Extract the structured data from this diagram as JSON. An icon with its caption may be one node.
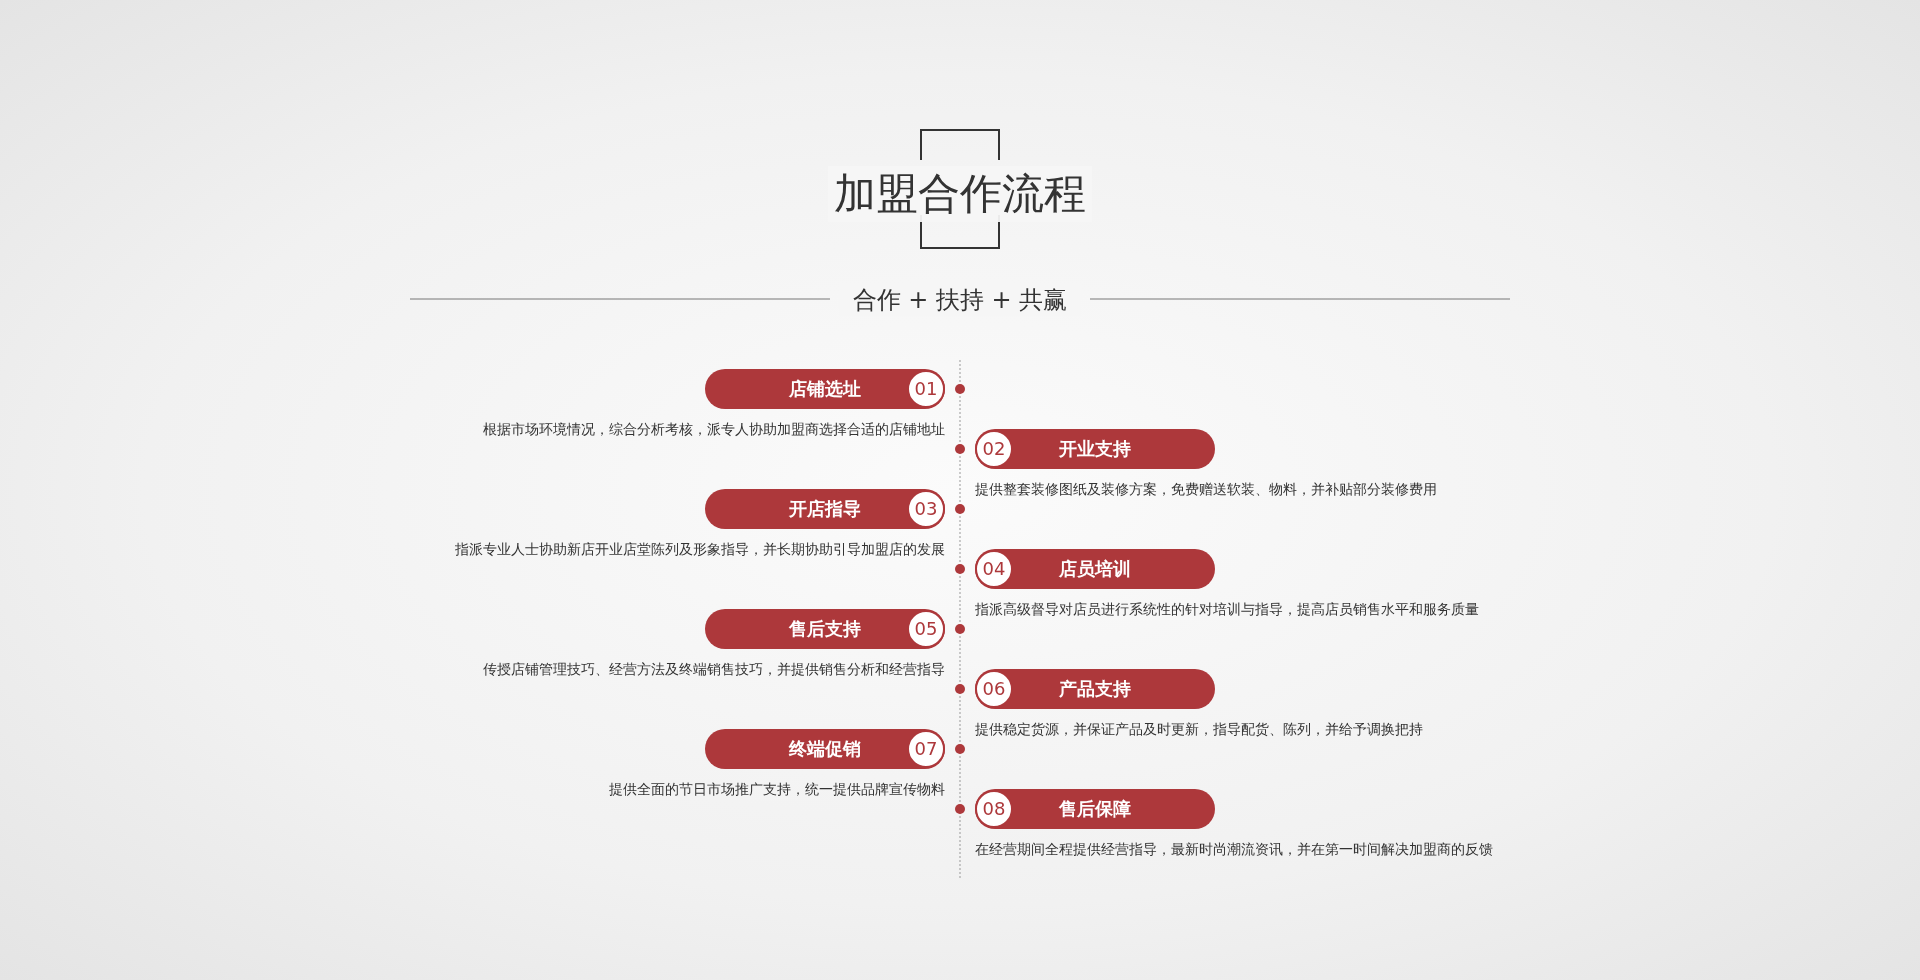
{
  "diagram": {
    "title": "加盟合作流程",
    "nodes": [
      {
        "text": [
          "店铺选址",
          "01"
        ],
        "beside": [
          "根据市场环境情况，综合分析考核，派专人协助加盟商选择合适的店铺地址"
        ]
      },
      {
        "text": [
          "02",
          "开业支持"
        ],
        "beside": [
          "提供整套装修图纸及装修方案，免费赠送软装、物料，并补贴部分装修费用"
        ]
      },
      {
        "text": [
          "开店指导",
          "03"
        ],
        "beside": [
          "指派专业人士协助新店开业店堂陈列及形象指导，并长期协助引导加盟店的发展"
        ]
      },
      {
        "text": [
          "04",
          "店员培训"
        ],
        "beside": [
          "指派高级督导对店员进行系统性的针对培训与指导，提高店员销售水平和服务质量"
        ]
      },
      {
        "text": [
          "售后支持",
          "05"
        ],
        "beside": [
          "传授店铺管理技巧、经营方法及终端销售技巧，并提供销售分析和经营指导"
        ]
      },
      {
        "text": [
          "06",
          "产品支持"
        ],
        "beside": [
          "提供稳定货源，并保证产品及时更新，指导配货、陈列，并给予调换把持"
        ]
      },
      {
        "text": [
          "终端促销",
          "07"
        ],
        "beside": [
          "提供全面的节日市场推广支持，统一提供品牌宣传物料"
        ]
      },
      {
        "text": [
          "08",
          "售后保障"
        ],
        "beside": [
          "在经营期间全程提供经营指导，最新时尚潮流资讯，并在第一时间解决加盟商的反馈"
        ]
      }
    ],
    "labels": [
      "合作 + 扶持 + 共赢"
    ]
  }
}
